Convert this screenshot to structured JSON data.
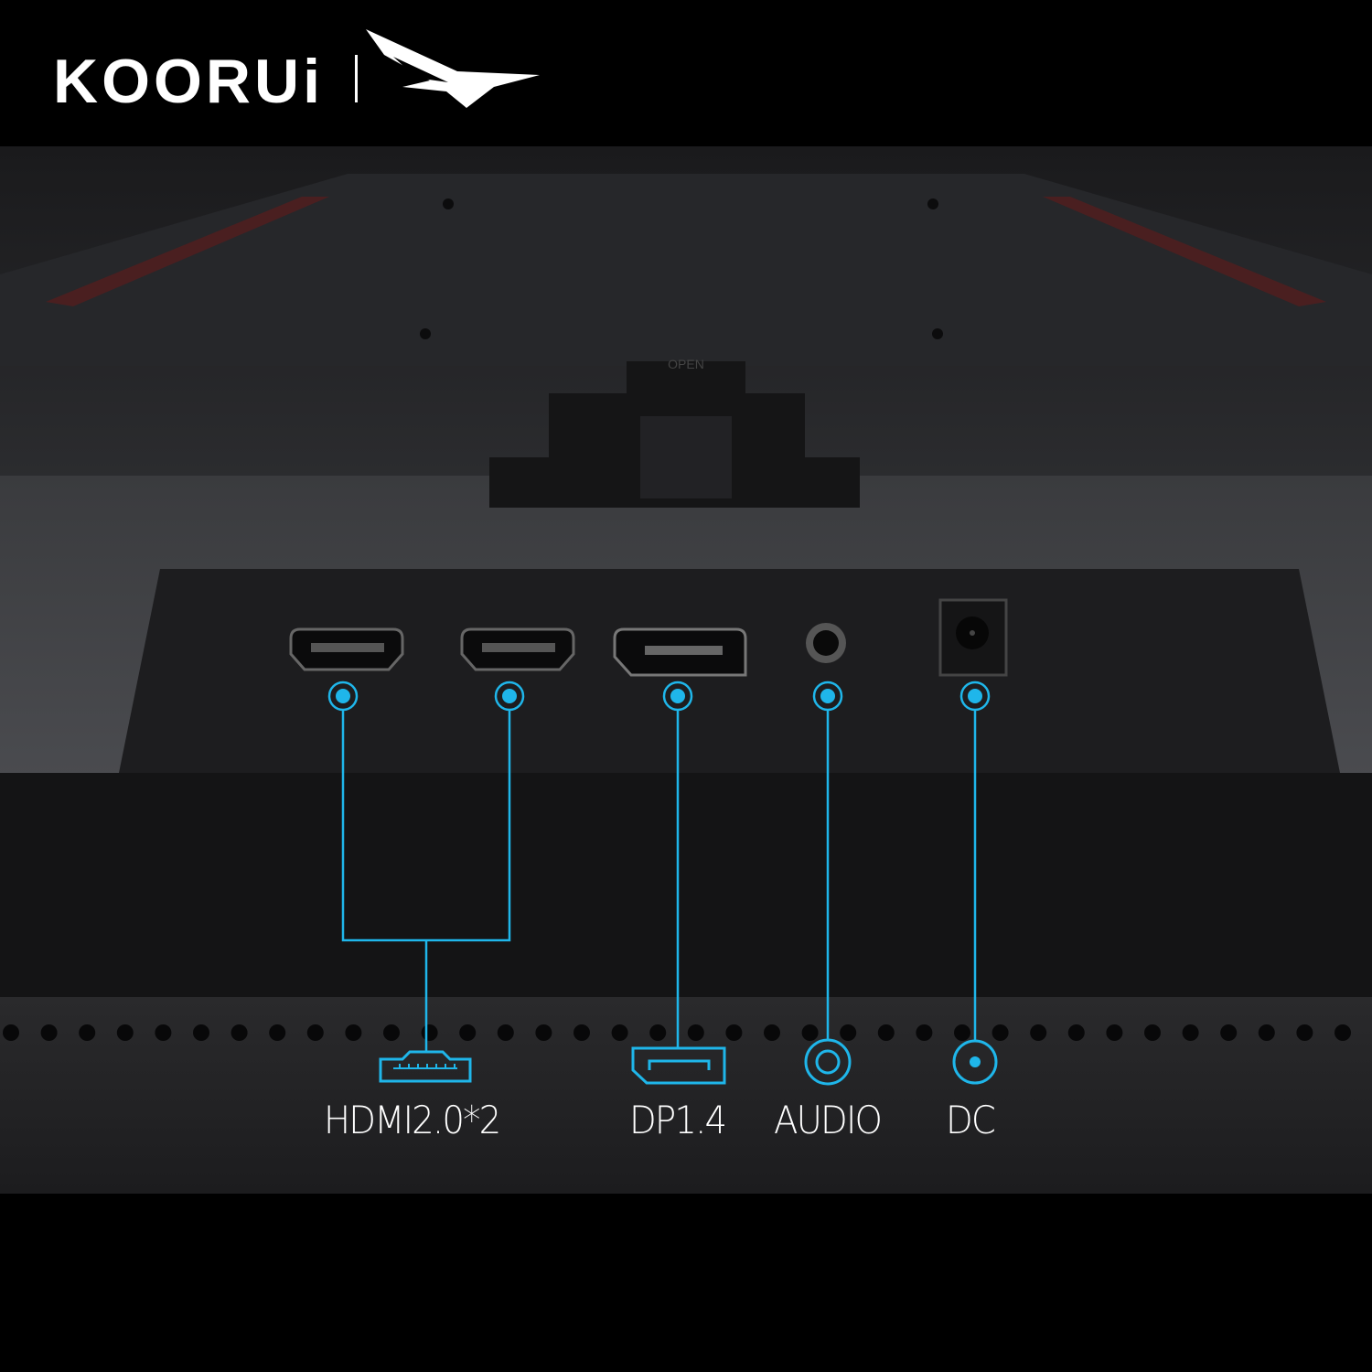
{
  "brand": {
    "name": "KOORUi",
    "logo_icon": "eagle-wing-icon"
  },
  "embossed_text": "OPEN",
  "accent_color": "#1fb6ea",
  "ports": [
    {
      "id": "hdmi-1",
      "type": "hdmi"
    },
    {
      "id": "hdmi-2",
      "type": "hdmi"
    },
    {
      "id": "dp",
      "type": "displayport"
    },
    {
      "id": "audio",
      "type": "audio-jack"
    },
    {
      "id": "dc",
      "type": "dc-power"
    }
  ],
  "labels": [
    {
      "text": "HDMI2.0*2",
      "icon": "hdmi-icon"
    },
    {
      "text": "DP1.4",
      "icon": "displayport-icon"
    },
    {
      "text": "AUDIO",
      "icon": "audio-jack-icon"
    },
    {
      "text": "DC",
      "icon": "dc-power-icon"
    }
  ]
}
